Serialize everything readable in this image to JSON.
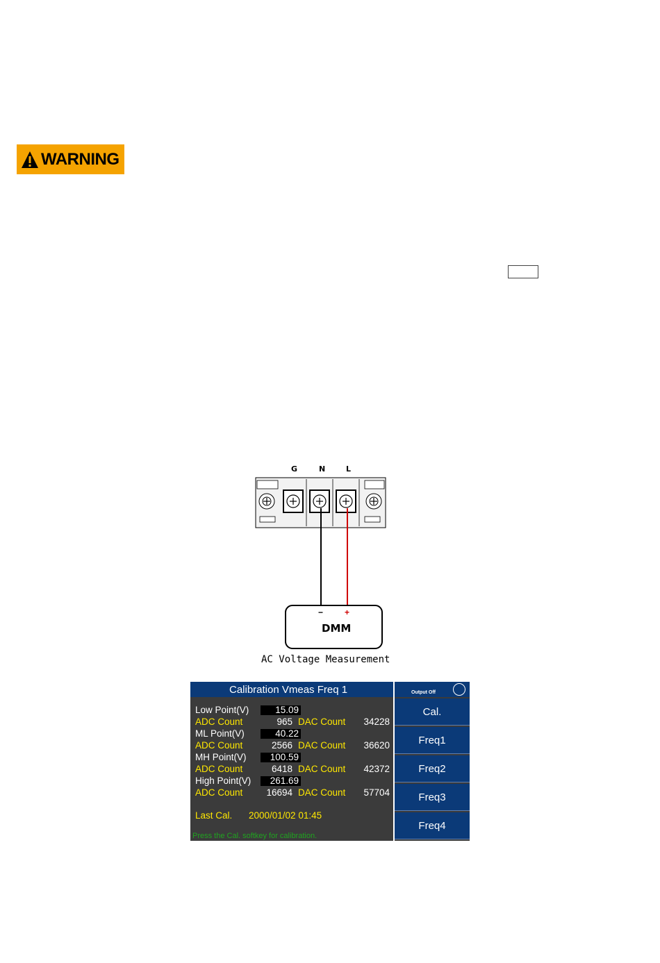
{
  "warning": {
    "label": "WARNING"
  },
  "diagram": {
    "terminals": [
      "G",
      "N",
      "L"
    ],
    "minus": "−",
    "plus": "+",
    "dmm": "DMM",
    "caption": "AC Voltage Measurement"
  },
  "screen": {
    "title": "Calibration Vmeas Freq 1",
    "output_status": "Output Off",
    "rows": [
      {
        "label": "Low Point(V)",
        "value": "15.09",
        "adc_label": "ADC Count",
        "adc": "965",
        "dac_label": "DAC Count",
        "dac": "34228"
      },
      {
        "label": "ML Point(V)",
        "value": "40.22",
        "adc_label": "ADC Count",
        "adc": "2566",
        "dac_label": "DAC Count",
        "dac": "36620"
      },
      {
        "label": "MH Point(V)",
        "value": "100.59",
        "adc_label": "ADC Count",
        "adc": "6418",
        "dac_label": "DAC Count",
        "dac": "42372"
      },
      {
        "label": "High Point(V)",
        "value": "261.69",
        "adc_label": "ADC Count",
        "adc": "16694",
        "dac_label": "DAC Count",
        "dac": "57704"
      }
    ],
    "last_cal_label": "Last Cal.",
    "last_cal_value": "2000/01/02 01:45",
    "hint": "Press the Cal. softkey for calibration.",
    "softkeys": [
      "Cal.",
      "Freq1",
      "Freq2",
      "Freq3",
      "Freq4"
    ]
  },
  "colors": {
    "warning_bg": "#f5a300",
    "screen_bg": "#3b3b3b",
    "softkey_bg": "#0b3a78",
    "label_yellow": "#ffe800",
    "hint_green": "#1fa31f",
    "wire_live": "#d00000"
  }
}
